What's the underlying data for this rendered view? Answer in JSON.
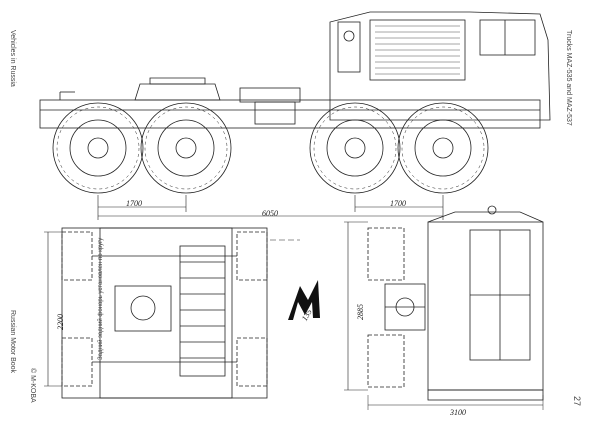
{
  "page": {
    "header_right": "Trucks MAZ-535 and MAZ-537",
    "header_left": "Vehicles in Russia",
    "footer_left": "Russian Motor Book",
    "copyright": "© M-KOBA",
    "page_number": "27"
  },
  "dimensions": {
    "wheelbase_front": "1700",
    "wheelbase_total": "6050",
    "wheelbase_rear": "1700",
    "width_rear_view": "2200",
    "width_front_view": "2885",
    "track": "3100"
  },
  "annotations": {
    "vertical_note": "Задний задний фонарь установлен по кругу",
    "logo_number": "135"
  }
}
